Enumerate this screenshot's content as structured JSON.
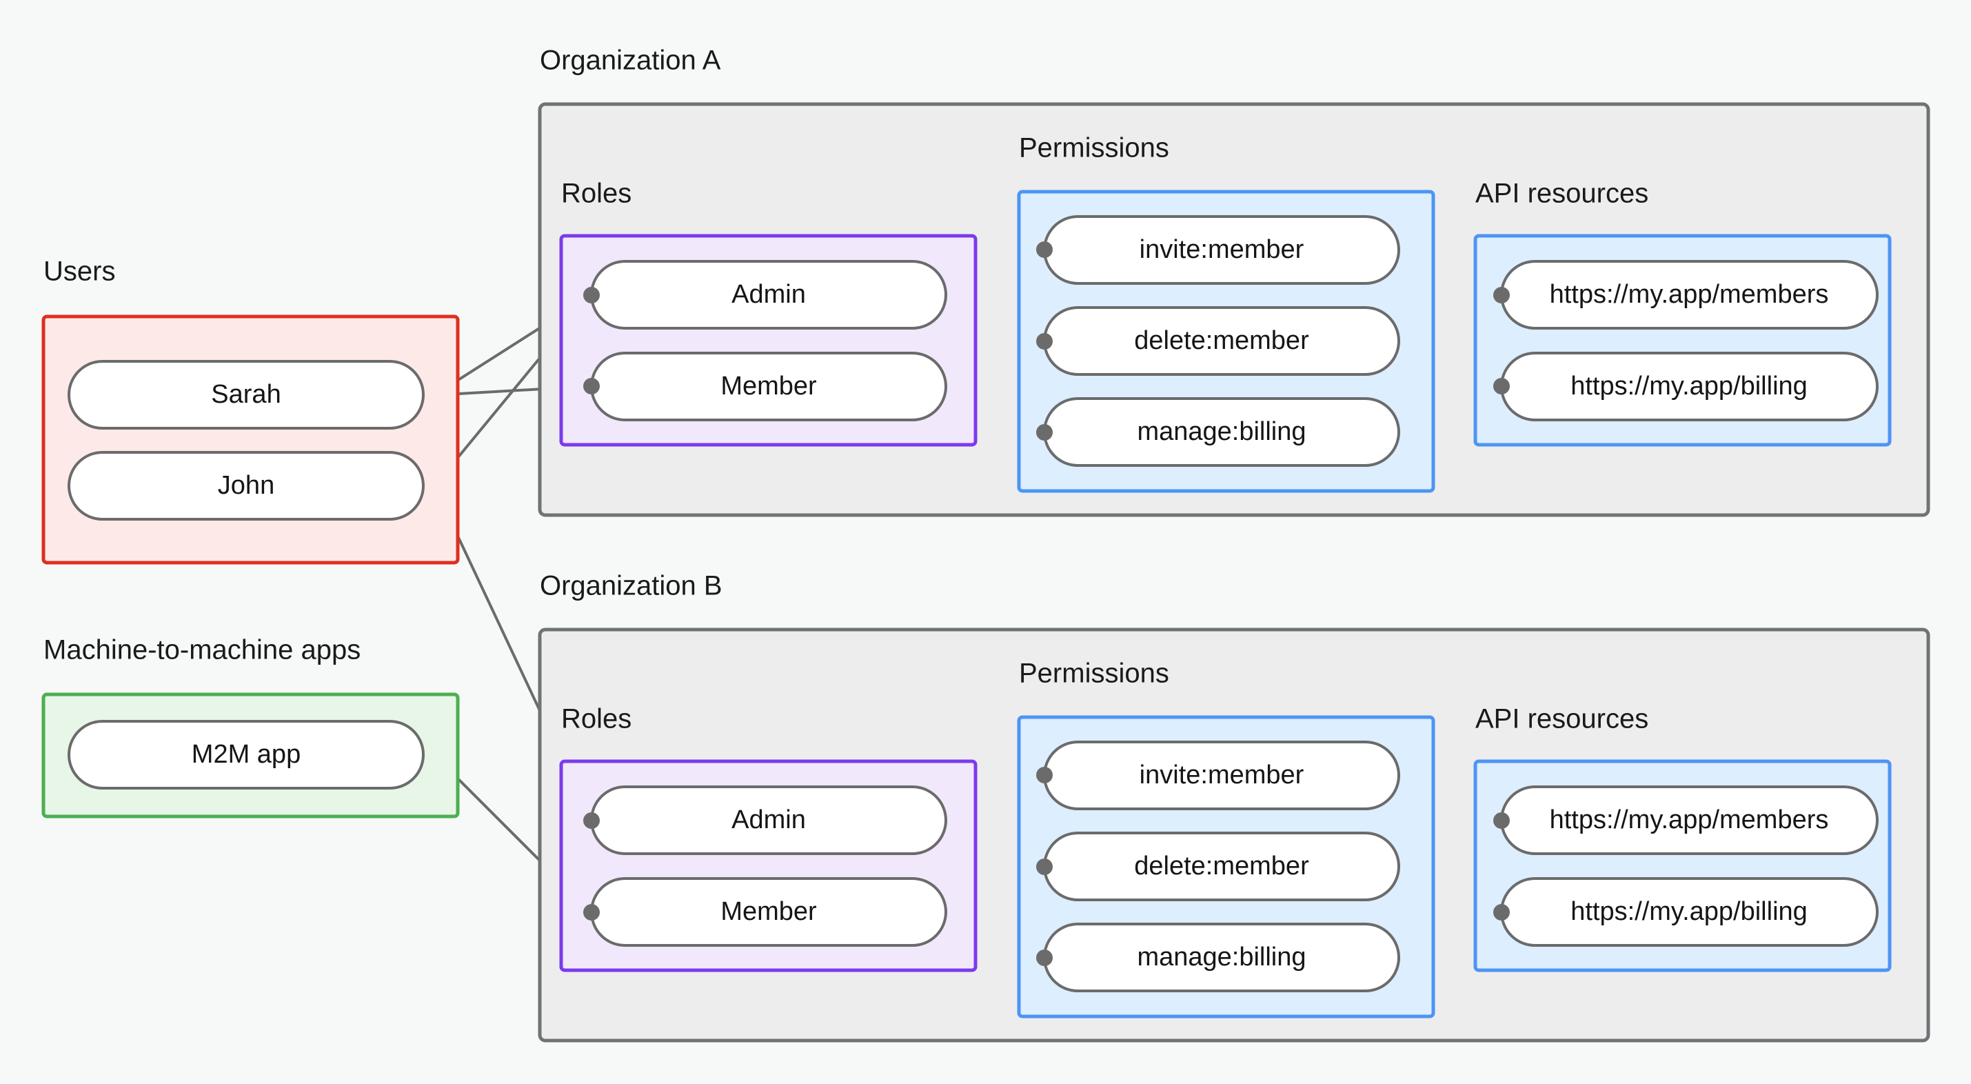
{
  "diagram": {
    "title_visible": false,
    "colors": {
      "background": "#f7f9f9",
      "org_fill": "#ededed",
      "org_stroke": "#6e7375",
      "roles_fill": "#f2e8fc",
      "roles_stroke": "#7c3aed",
      "permissions_fill": "#ddeeff",
      "permissions_stroke": "#4d94f5",
      "api_fill": "#ddeeff",
      "api_stroke": "#4d94f5",
      "users_fill": "#fdeae8",
      "users_stroke": "#e02f1f",
      "m2m_fill": "#e7f6e7",
      "m2m_stroke": "#4caf50",
      "pill_fill": "#ffffff",
      "pill_stroke": "#6b6b6b",
      "edge": "#6b6b6b",
      "text": "#1a1a1a"
    },
    "groups": {
      "users": {
        "label": "Users",
        "items": [
          {
            "label": "Sarah"
          },
          {
            "label": "John"
          }
        ]
      },
      "m2m": {
        "label": "Machine-to-machine apps",
        "items": [
          {
            "label": "M2M app"
          }
        ]
      },
      "org_a": {
        "label": "Organization A",
        "roles": {
          "label": "Roles",
          "items": [
            {
              "label": "Admin"
            },
            {
              "label": "Member"
            }
          ]
        },
        "permissions": {
          "label": "Permissions",
          "items": [
            {
              "label": "invite:member"
            },
            {
              "label": "delete:member"
            },
            {
              "label": "manage:billing"
            }
          ]
        },
        "api_resources": {
          "label": "API resources",
          "items": [
            {
              "label": "https://my.app/members"
            },
            {
              "label": "https://my.app/billing"
            }
          ]
        }
      },
      "org_b": {
        "label": "Organization B",
        "roles": {
          "label": "Roles",
          "items": [
            {
              "label": "Admin"
            },
            {
              "label": "Member"
            }
          ]
        },
        "permissions": {
          "label": "Permissions",
          "items": [
            {
              "label": "invite:member"
            },
            {
              "label": "delete:member"
            },
            {
              "label": "manage:billing"
            }
          ]
        },
        "api_resources": {
          "label": "API resources",
          "items": [
            {
              "label": "https://my.app/members"
            },
            {
              "label": "https://my.app/billing"
            }
          ]
        }
      }
    },
    "connections": [
      {
        "from": "Sarah",
        "to": "Organization A / Admin"
      },
      {
        "from": "Sarah",
        "to": "Organization A / Member"
      },
      {
        "from": "John",
        "to": "Organization A / Admin"
      },
      {
        "from": "John",
        "to": "Organization B / Admin"
      },
      {
        "from": "M2M app",
        "to": "Organization B / Member"
      },
      {
        "from": "Organization A / Admin",
        "to": "Organization A / invite:member"
      },
      {
        "from": "Organization A / Admin",
        "to": "Organization A / delete:member"
      },
      {
        "from": "Organization A / Member",
        "to": "Organization A / manage:billing"
      },
      {
        "from": "Organization A / invite:member",
        "to": "Organization A / https://my.app/members"
      },
      {
        "from": "Organization A / delete:member",
        "to": "Organization A / https://my.app/members"
      },
      {
        "from": "Organization A / manage:billing",
        "to": "Organization A / https://my.app/billing"
      },
      {
        "from": "Organization B / Admin",
        "to": "Organization B / invite:member"
      },
      {
        "from": "Organization B / Admin",
        "to": "Organization B / delete:member"
      },
      {
        "from": "Organization B / Member",
        "to": "Organization B / manage:billing"
      },
      {
        "from": "Organization B / invite:member",
        "to": "Organization B / https://my.app/members"
      },
      {
        "from": "Organization B / delete:member",
        "to": "Organization B / https://my.app/members"
      },
      {
        "from": "Organization B / manage:billing",
        "to": "Organization B / https://my.app/billing"
      }
    ]
  }
}
